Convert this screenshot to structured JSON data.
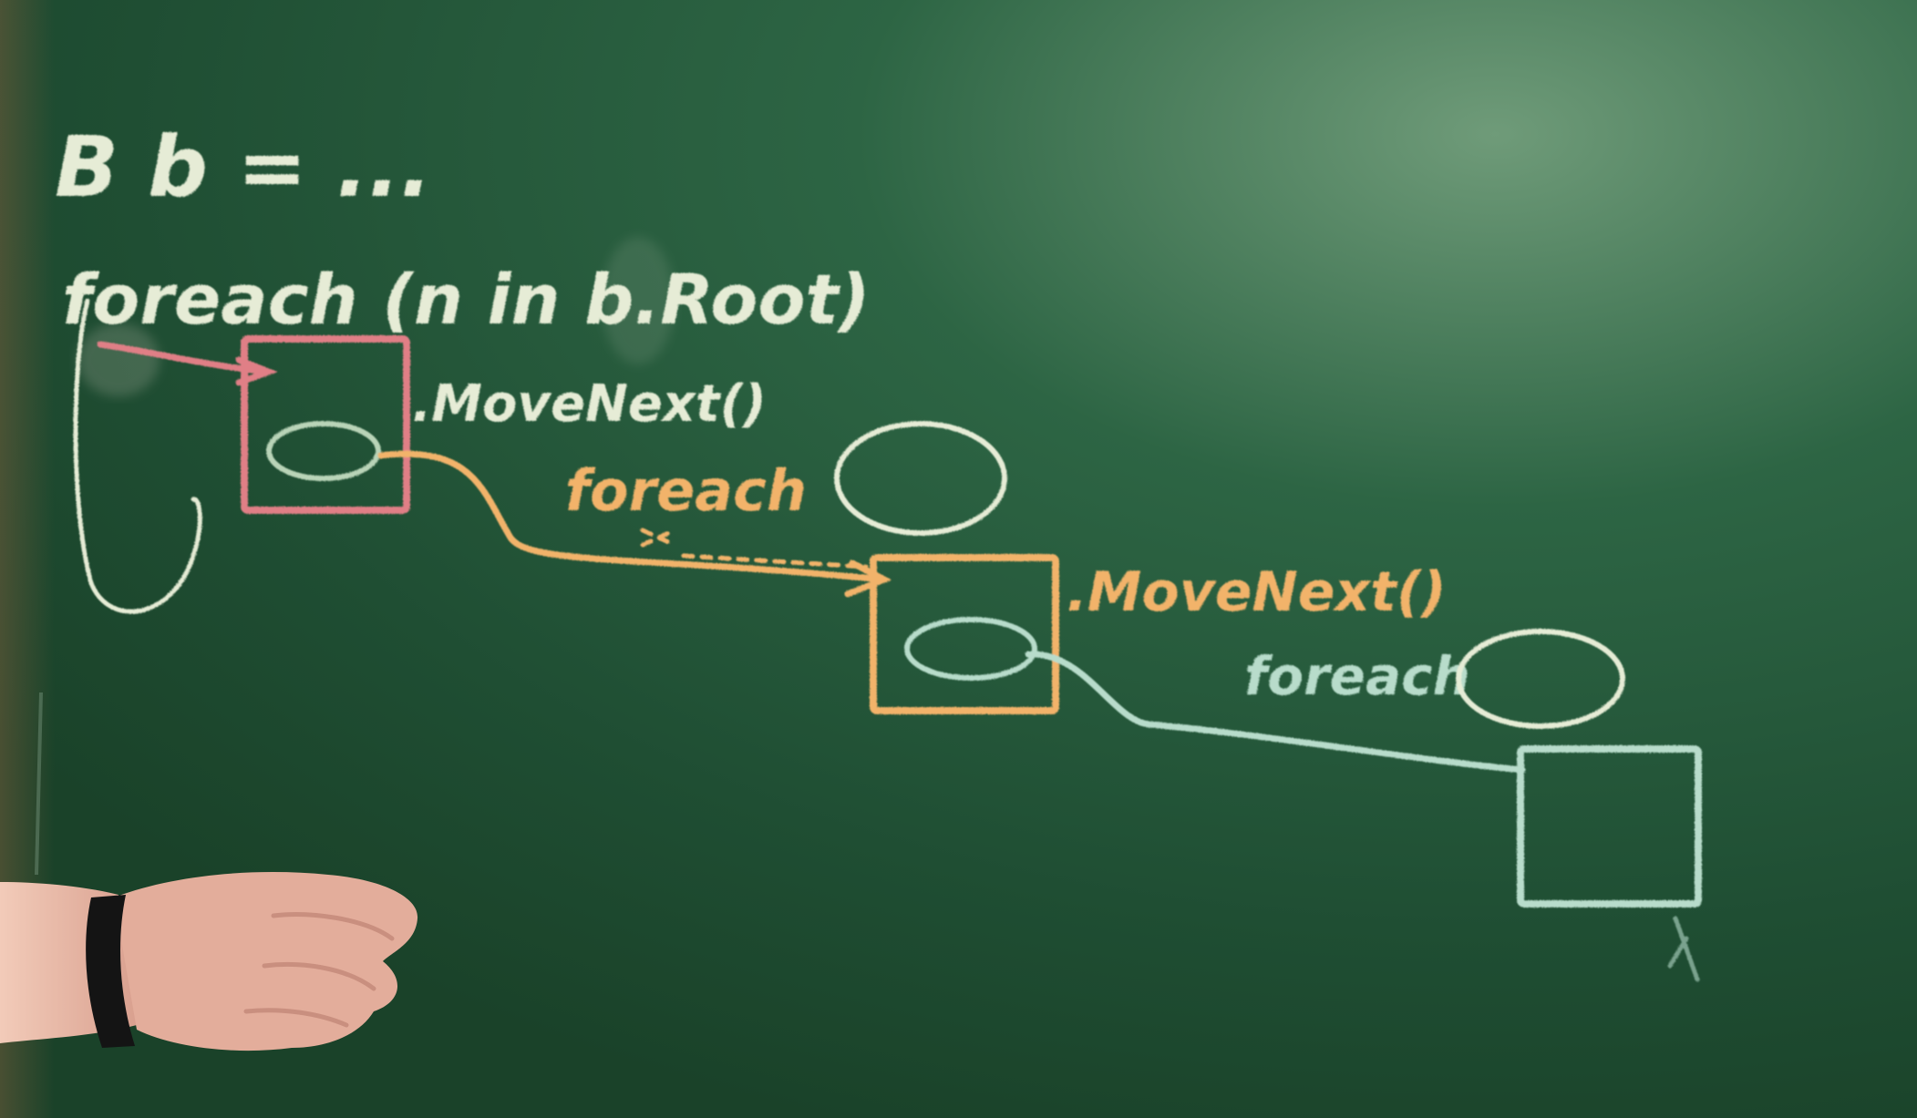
{
  "colors": {
    "board": "#1f4d32",
    "board_light": "#5f8f6c",
    "chalk_white": "#e6ecd6",
    "chalk_red": "#e07f86",
    "chalk_orange": "#f2b36a",
    "chalk_teal": "#b8dccb",
    "skin": "#e6b5a4",
    "band": "#141414"
  },
  "board_text": {
    "line1": "B b = ...",
    "line2": "foreach (n in b.Root)",
    "call1": ".MoveNext()",
    "foreach1": "foreach",
    "call2": ".MoveNext()",
    "foreach2": "foreach"
  },
  "icons": {
    "box1": "rectangle",
    "box2": "rectangle",
    "box3": "rectangle",
    "ellipse": "ellipse",
    "hand": "hand",
    "wristband": "wristband"
  }
}
